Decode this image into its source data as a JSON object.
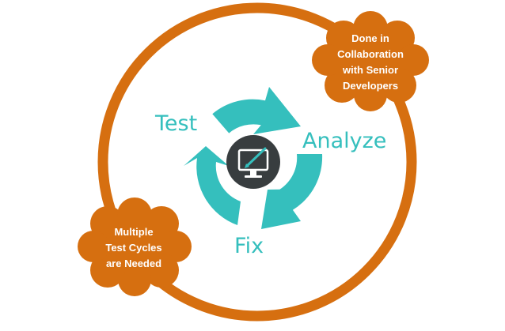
{
  "cycle": {
    "steps": [
      {
        "label": "Test"
      },
      {
        "label": "Analyze"
      },
      {
        "label": "Fix"
      }
    ]
  },
  "notes": {
    "collaboration": [
      "Done in",
      "Collaboration",
      "with Senior",
      "Developers"
    ],
    "cycles": [
      "Multiple",
      "Test Cycles",
      "are Needed"
    ]
  },
  "icons": {
    "center": "computer-monitor-pen-icon"
  },
  "colors": {
    "outer_ring": "#d66f10",
    "cloud": "#d66f10",
    "cycle_arrows": "#35bfbd",
    "step_text": "#35bfbd",
    "center_disc": "#383d3f"
  }
}
